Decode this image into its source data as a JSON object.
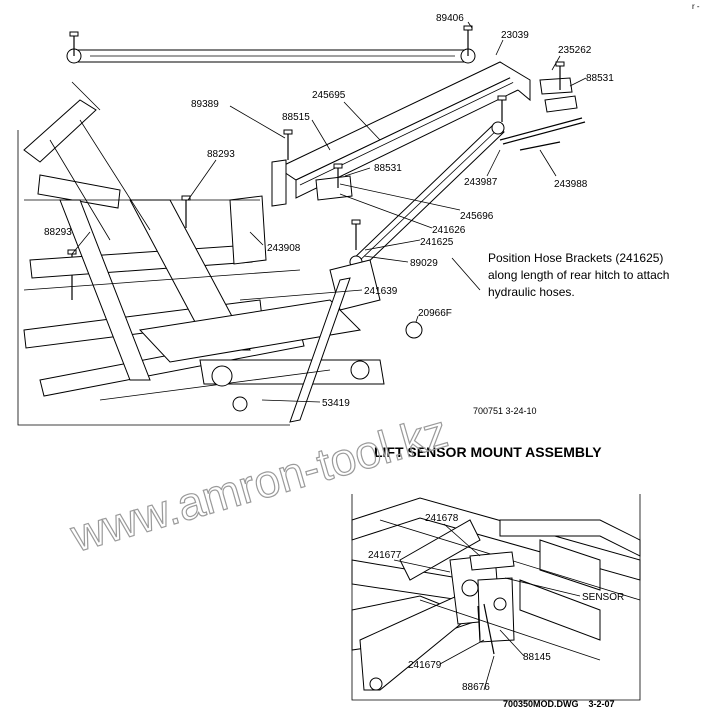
{
  "corner_mark": "r -",
  "upper_diagram": {
    "part_numbers": [
      "89406",
      "23039",
      "235262",
      "88531",
      "89389",
      "245695",
      "88515",
      "88293",
      "88531",
      "243987",
      "243988",
      "245696",
      "241626",
      "241625",
      "88293",
      "243908",
      "89029",
      "241639",
      "20966F",
      "53419"
    ],
    "note": [
      "Position Hose Brackets (241625)",
      "along length of rear hitch to attach",
      "hydraulic hoses."
    ],
    "drawing_id": "700751 3-24-10"
  },
  "section_title": "LIFT SENSOR MOUNT ASSEMBLY",
  "lower_diagram": {
    "part_numbers": [
      "241678",
      "241677",
      "SENSOR",
      "88145",
      "241679",
      "88676"
    ],
    "drawing_id": "700350MOD.DWG    3-2-07"
  },
  "watermark": "www.amron-tool.kz"
}
